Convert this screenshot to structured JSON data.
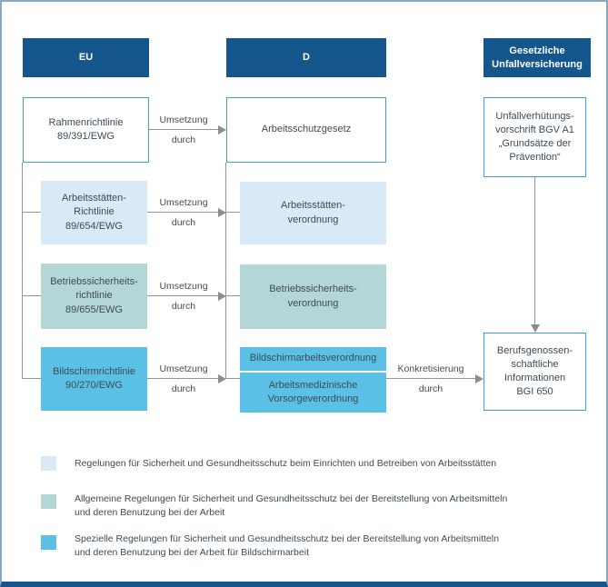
{
  "headers": {
    "eu": "EU",
    "d": "D",
    "insurance": "Gesetzliche\nUnfallversicherung"
  },
  "eu_boxes": {
    "rahmenrichtlinie": "Rahmenrichtlinie\n89/391/EWG",
    "arbeitsstaetten_richtlinie": "Arbeitsstätten-\nRichtlinie\n89/654/EWG",
    "betriebssicherheits_richtlinie": "Betriebssicherheits-\nrichtlinie\n89/655/EWG",
    "bildschirmrichtlinie": "Bildschirmrichtlinie\n90/270/EWG"
  },
  "d_boxes": {
    "arbeitsschutzgesetz": "Arbeitsschutzgesetz",
    "arbeitsstaettenverordnung": "Arbeitsstätten-\nverordnung",
    "betriebssicherheitsverordnung": "Betriebssicherheits-\nverordnung",
    "bildschirmarbeitsverordnung": "Bildschirmarbeitsverordnung",
    "arbeitsmedizinische_vorsorgeverordnung": "Arbeitsmedizinische\nVorsorgeverordnung"
  },
  "insurance_boxes": {
    "unfallverhuetungsvorschrift": "Unfallverhütungs-\nvorschrift BGV A1\n„Grundsätze der\nPrävention“",
    "bgi": "Berufsgenossen-\nschaftliche\nInformationen\nBGI 650"
  },
  "arrows": {
    "umsetzung_line1": "Umsetzung",
    "umsetzung_line2": "durch",
    "konkretisierung_line1": "Konkretisierung",
    "konkretisierung_line2": "durch"
  },
  "legend": {
    "items": [
      {
        "color": "#d7eaf6",
        "text": "Regelungen für Sicherheit und Gesundheitsschutz beim Einrichten und Betreiben von Arbeitsstätten"
      },
      {
        "color": "#b3d6d6",
        "text": "Allgemeine Regelungen für Sicherheit und Gesundheitsschutz bei der Bereitstellung von Arbeitsmitteln\nund deren Benutzung bei der Arbeit"
      },
      {
        "color": "#5bc0e6",
        "text": "Spezielle Regelungen für Sicherheit und Gesundheitsschutz bei der Bereitstellung von Arbeitsmitteln\nund deren Benutzung bei der Arbeit für Bildschirmarbeit"
      }
    ]
  },
  "colors": {
    "header_bg": "#15568d",
    "light_blue": "#d7eaf6",
    "teal": "#b3d6d6",
    "bright_blue": "#5bc0e6"
  }
}
